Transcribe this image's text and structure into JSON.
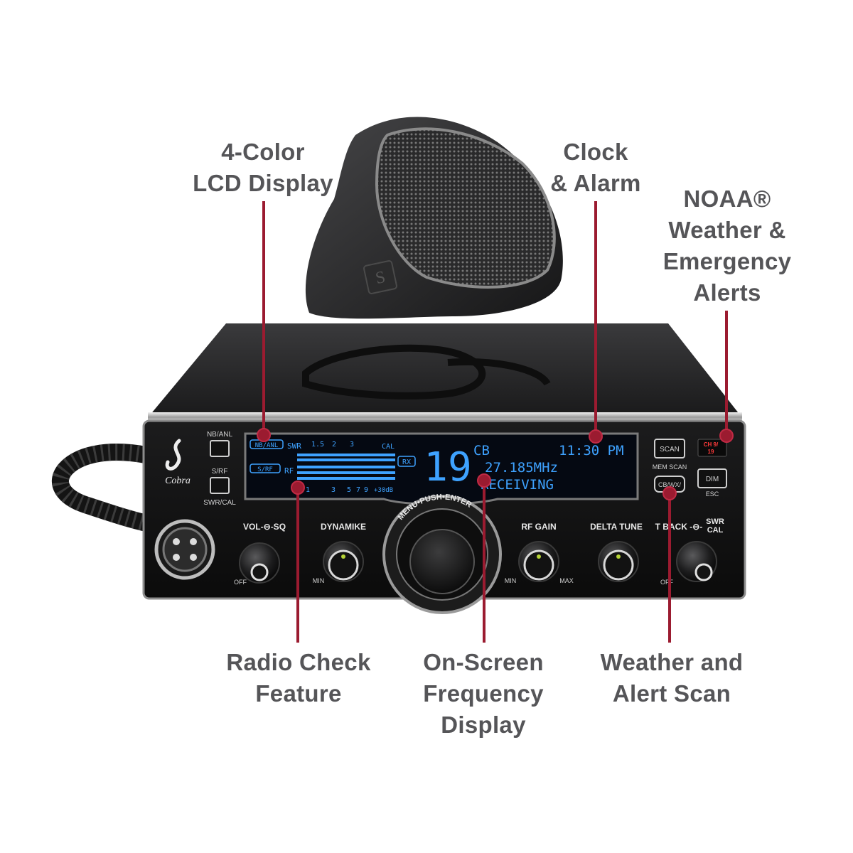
{
  "callouts": {
    "lcd": [
      "4-Color",
      "LCD Display"
    ],
    "clock": [
      "Clock",
      "& Alarm"
    ],
    "noaa": [
      "NOAA®",
      "Weather &",
      "Emergency",
      "Alerts"
    ],
    "radio_check": [
      "Radio Check",
      "Feature"
    ],
    "frequency": [
      "On-Screen",
      "Frequency",
      "Display"
    ],
    "weather_scan": [
      "Weather and",
      "Alert Scan"
    ]
  },
  "radio": {
    "brand": "Cobra",
    "left_buttons": {
      "nb_anl": "NB/ANL",
      "s_rf": "S/RF",
      "swr_cal": "SWR/CAL"
    },
    "display": {
      "channel": "19",
      "band": "CB",
      "time": "11:30 PM",
      "frequency": "27.185MHz",
      "status": "RECEIVING",
      "nb_anl_tag": "NB/ANL",
      "s_rf_tag": "S/RF",
      "rx_tag": "RX",
      "swr_label": "SWR",
      "rf_label": "RF",
      "cal_label": "CAL",
      "s_label": "S",
      "top_scale": [
        "1.5",
        "2",
        "3"
      ],
      "bottom_scale": [
        "1",
        "3",
        "5",
        "7",
        "9",
        "+30dB"
      ]
    },
    "knobs": {
      "vol_sq": "VOL-⊖-SQ",
      "vol_off": "OFF",
      "dynamike": "DYNAMIKE",
      "dyn_min": "MIN",
      "main_ring": "MENU•PUSH•ENTER",
      "rf_gain": "RF GAIN",
      "rf_min": "MIN",
      "rf_max": "MAX",
      "delta_tune": "DELTA TUNE",
      "talkback": "T BACK -⊖-",
      "swr_cal_top": "SWR",
      "swr_cal_bottom": "CAL",
      "tb_off": "OFF"
    },
    "right_buttons": {
      "scan": "SCAN",
      "mem_scan": "MEM SCAN",
      "cb_wx": "CB/WX/",
      "dim": "DIM",
      "esc": "ESC",
      "alert_top": "CH 9/",
      "alert_bottom": "19"
    }
  },
  "colors": {
    "callout_text": "#555558",
    "leader": "#9b1b30",
    "lcd": "#3ea2ff"
  }
}
